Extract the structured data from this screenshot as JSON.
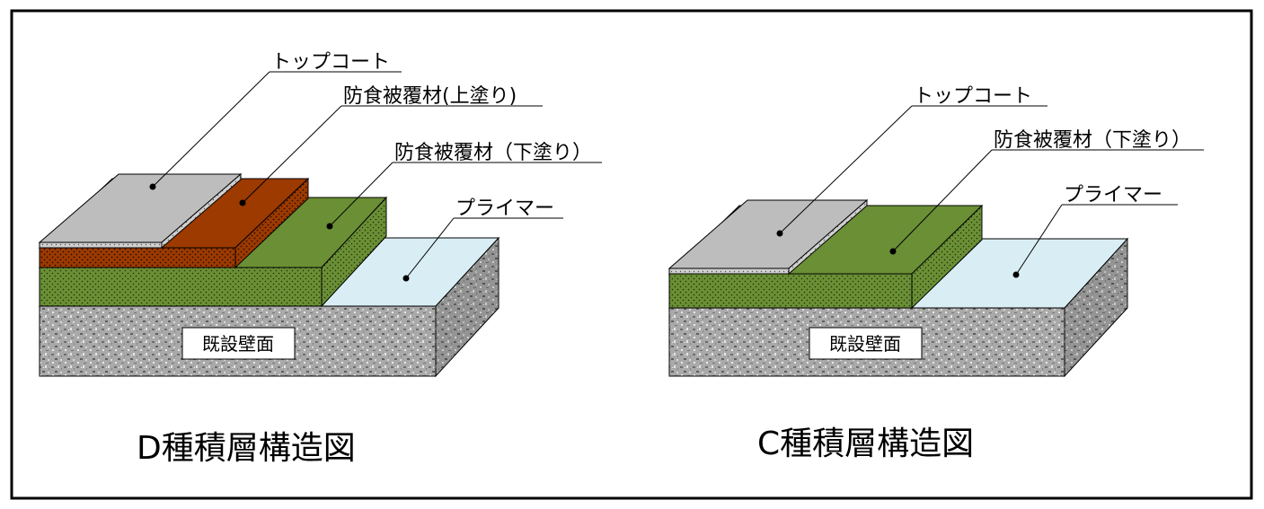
{
  "colors": {
    "frame": "#000000",
    "top_coat": "#bdbdbd",
    "top_coat_side": "#d0d0d0",
    "upper_coat": "#9c3a00",
    "lower_coat": "#6a8f35",
    "primer": "#d9eef4",
    "concrete": "#a8a8a8"
  },
  "diagrams": [
    {
      "id": "d-type",
      "title": "D種積層構造図",
      "base_label": "既設壁面",
      "labels": {
        "top_coat": "トップコート",
        "upper_coat": "防食被覆材(上塗り)",
        "lower_coat": "防食被覆材（下塗り）",
        "primer": "プライマー"
      }
    },
    {
      "id": "c-type",
      "title": "C種積層構造図",
      "base_label": "既設壁面",
      "labels": {
        "top_coat": "トップコート",
        "lower_coat": "防食被覆材（下塗り）",
        "primer": "プライマー"
      }
    }
  ]
}
